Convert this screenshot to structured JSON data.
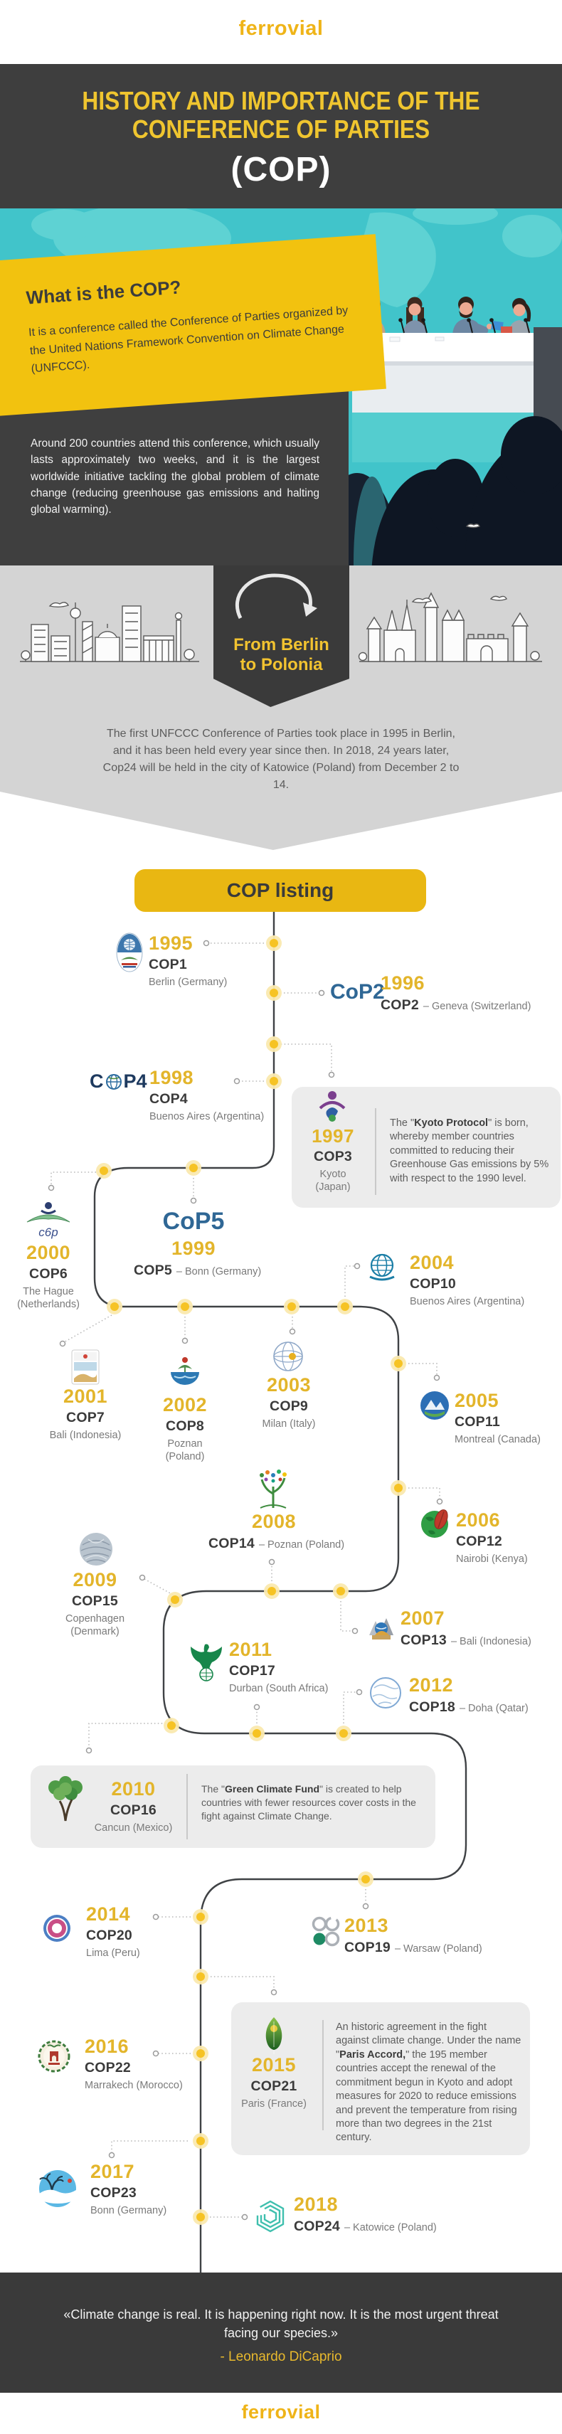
{
  "colors": {
    "brand_yellow": "#F2C20F",
    "header_dark": "#3E3E3E",
    "teal": "#41C4CA",
    "light_gray_band": "#D4D4D4",
    "node_yellow": "#F6C324",
    "year_gold": "#E3B52B"
  },
  "brand": {
    "logo_text": "ferrovial"
  },
  "header": {
    "title_line1": "HISTORY AND IMPORTANCE OF THE",
    "title_line2": "CONFERENCE OF PARTIES",
    "title_acronym": "(COP)"
  },
  "intro": {
    "card_title": "What is the COP?",
    "card_text": "It is a conference called the Conference of Parties organized by the United Nations Framework Convention on Climate Change (UNFCCC).",
    "paragraph": "Around 200 countries attend this conference, which usually lasts approximately two weeks, and it is the largest worldwide initiative tackling the global problem of climate change (reducing greenhouse gas emissions and halting global warming)."
  },
  "transition": {
    "banner_line1": "From Berlin",
    "banner_line2": "to Polonia",
    "paragraph": "The first UNFCCC Conference of Parties took place in 1995 in Berlin, and it has been held every year since then. In 2018, 24 years later, Cop24 will be held in the city of Katowice (Poland) from December 2 to 14."
  },
  "timeline": {
    "heading": "COP listing",
    "entries": [
      {
        "year": "1995",
        "cop": "COP1",
        "location": "Berlin (Germany)"
      },
      {
        "year": "1996",
        "cop": "COP2",
        "location": "– Geneva (Switzerland)",
        "logo_text": "CoP2"
      },
      {
        "year": "1997",
        "cop": "COP3",
        "location": "Kyoto (Japan)"
      },
      {
        "year": "1998",
        "cop": "COP4",
        "location": "Buenos Aires (Argentina)",
        "logo_left": "C",
        "logo_right": "P4"
      },
      {
        "year": "1999",
        "cop": "COP5",
        "location": "– Bonn (Germany)",
        "logo_text": "CoP5"
      },
      {
        "year": "2000",
        "cop": "COP6",
        "location": "The Hague (Netherlands)",
        "logo_text": "c6p"
      },
      {
        "year": "2001",
        "cop": "COP7",
        "location": "Bali (Indonesia)"
      },
      {
        "year": "2002",
        "cop": "COP8",
        "location": "Poznan (Poland)"
      },
      {
        "year": "2003",
        "cop": "COP9",
        "location": "Milan (Italy)"
      },
      {
        "year": "2004",
        "cop": "COP10",
        "location": "Buenos Aires (Argentina)"
      },
      {
        "year": "2005",
        "cop": "COP11",
        "location": "Montreal (Canada)"
      },
      {
        "year": "2006",
        "cop": "COP12",
        "location": "Nairobi (Kenya)"
      },
      {
        "year": "2008",
        "cop": "COP14",
        "location": "– Poznan (Poland)"
      },
      {
        "year": "2009",
        "cop": "COP15",
        "location": "Copenhagen (Denmark)"
      },
      {
        "year": "2007",
        "cop": "COP13",
        "location": "– Bali (Indonesia)"
      },
      {
        "year": "2011",
        "cop": "COP17",
        "location": "Durban (South Africa)"
      },
      {
        "year": "2012",
        "cop": "COP18",
        "location": "– Doha (Qatar)"
      },
      {
        "year": "2010",
        "cop": "COP16",
        "location": "Cancun (Mexico)"
      },
      {
        "year": "2013",
        "cop": "COP19",
        "location": "– Warsaw (Poland)"
      },
      {
        "year": "2014",
        "cop": "COP20",
        "location": "Lima (Peru)"
      },
      {
        "year": "2015",
        "cop": "COP21",
        "location": "Paris (France)"
      },
      {
        "year": "2016",
        "cop": "COP22",
        "location": "Marrakech (Morocco)"
      },
      {
        "year": "2017",
        "cop": "COP23",
        "location": "Bonn (Germany)"
      },
      {
        "year": "2018",
        "cop": "COP24",
        "location": "– Katowice (Poland)"
      }
    ]
  },
  "notes": {
    "kyoto": {
      "pre": "The \"",
      "bold": "Kyoto Protocol",
      "post": "\" is born, whereby member countries committed to reducing their Greenhouse Gas emissions by 5% with respect to the 1990 level."
    },
    "gcf": {
      "pre": "The \"",
      "bold": "Green Climate Fund",
      "post": "\" is created to help countries with fewer resources cover costs in the fight against Climate Change."
    },
    "paris": {
      "pre": "An historic agreement in the fight against climate change. Under the name \"",
      "bold": "Paris Accord,",
      "post": "\" the 195 member countries accept the renewal of the commitment begun in Kyoto and adopt measures for 2020 to reduce emissions and prevent the temperature from rising more than two degrees in the 21st century."
    }
  },
  "footer": {
    "quote": "«Climate change is real. It is happening right now. It is the most urgent threat facing our species.»",
    "attribution": "- Leonardo DiCaprio"
  }
}
